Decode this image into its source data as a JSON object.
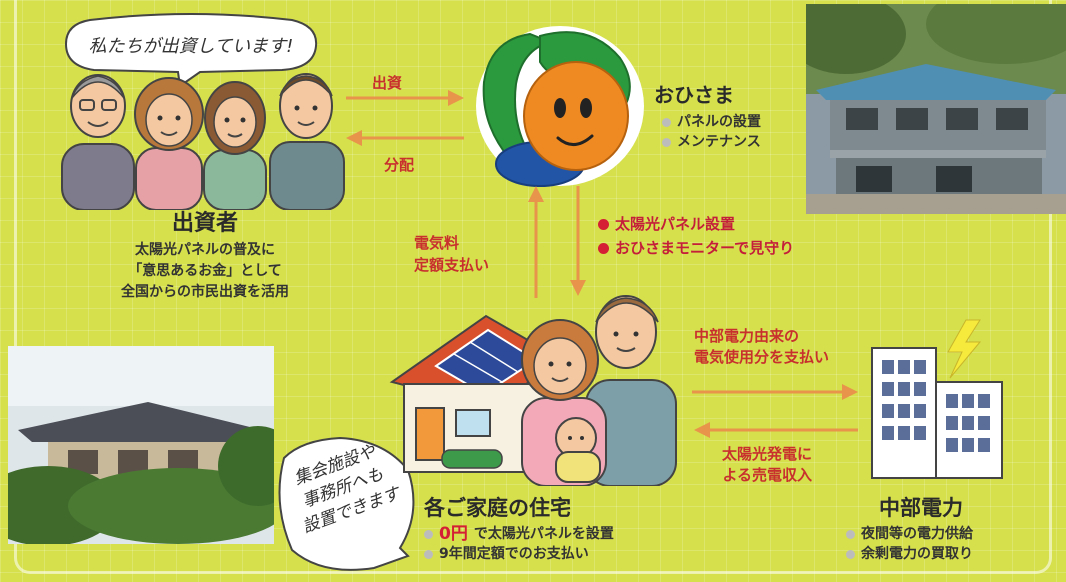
{
  "speech_investors": "私たちが出資しています!",
  "flow_invest": "出資",
  "flow_distribute": "分配",
  "ohisama": {
    "title": "おひさま",
    "items": [
      "パネルの設置",
      "メンテナンス"
    ]
  },
  "investors": {
    "title": "出資者",
    "lines": [
      "太陽光パネルの普及に",
      "「意思あるお金」として",
      "全国からの市民出資を活用"
    ]
  },
  "flow_fee": [
    "電気料",
    "定額支払い"
  ],
  "flow_install": [
    "太陽光パネル設置",
    "おひさまモニターで見守り"
  ],
  "flow_chubu_to_home": [
    "中部電力由来の",
    "電気使用分を支払い"
  ],
  "flow_home_to_chubu": [
    "太陽光発電に",
    "よる売電収入"
  ],
  "home": {
    "title": "各ご家庭の住宅",
    "item1_highlight": "0円",
    "item1_rest": "で太陽光パネルを設置",
    "item2": "9年間定額でのお支払い"
  },
  "chubu": {
    "title": "中部電力",
    "items": [
      "夜間等の電力供給",
      "余剰電力の買取り"
    ]
  },
  "speech_facility": [
    "集会施設や",
    "事務所へも",
    "設置できます"
  ],
  "colors": {
    "background": "#d5e04c",
    "arrow": "#e8944a",
    "accent_red": "#c8302e",
    "logo_green": "#2b9a3e",
    "logo_orange": "#ef8a22",
    "logo_blue": "#2255a6"
  }
}
